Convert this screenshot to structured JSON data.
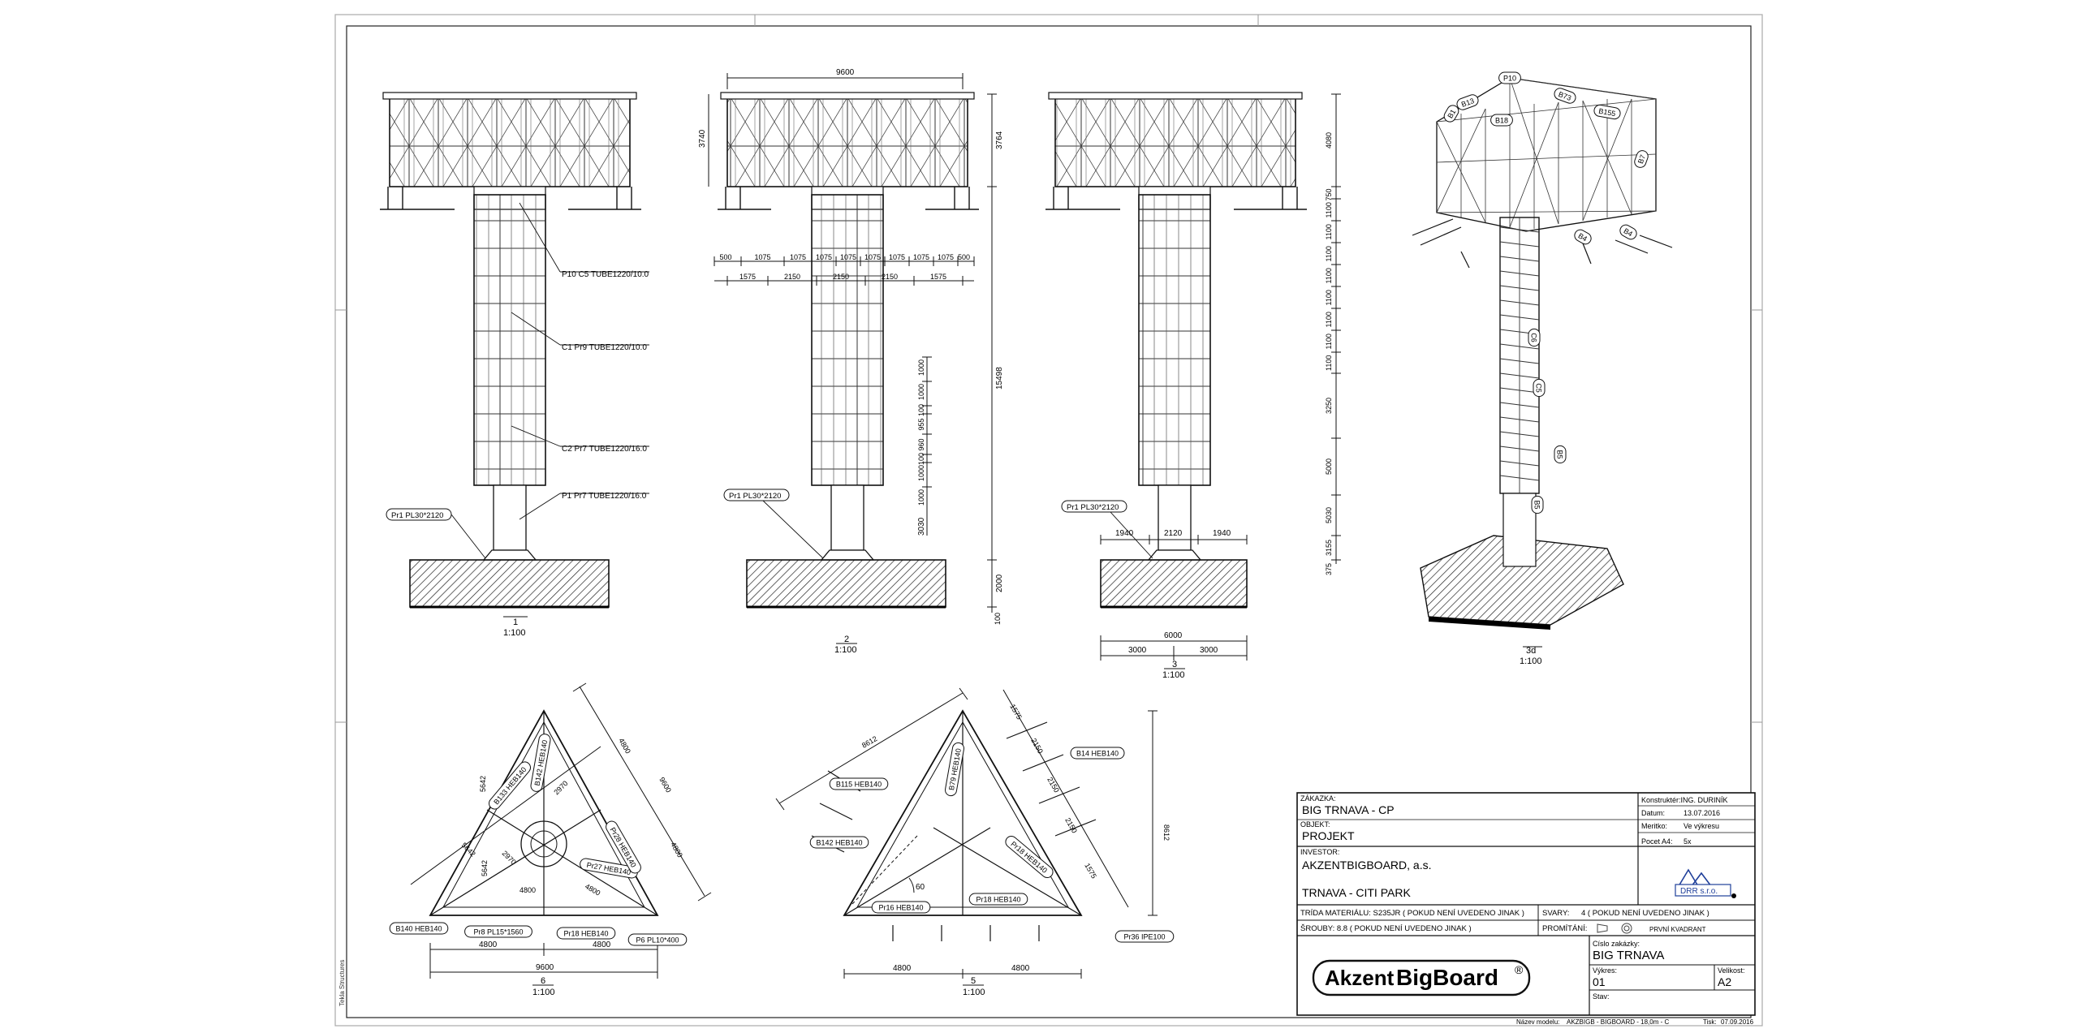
{
  "side_text": "Tekla Structures",
  "views": [
    {
      "id": "1",
      "scale": "1:100"
    },
    {
      "id": "2",
      "scale": "1:100"
    },
    {
      "id": "3",
      "scale": "1:100"
    },
    {
      "id": "3d",
      "scale": "1:100"
    },
    {
      "id": "6",
      "scale": "1:100"
    },
    {
      "id": "5",
      "scale": "1:100"
    }
  ],
  "view1": {
    "callouts": [
      "P10 C5 TUBE1220/10.0",
      "C1 Pr9 TUBE1220/10.0",
      "C2 Pr7 TUBE1220/16.0",
      "P1 Pr7 TUBE1220/16.0"
    ],
    "plate": "Pr1 PL30*2120"
  },
  "view2": {
    "plate": "Pr1 PL30*2120",
    "top_width": "9600",
    "h_top": "3740",
    "h_right_top": "3764",
    "h_total": "15498",
    "h_found": "2000",
    "h_bottom": "100",
    "row1": [
      "500",
      "1075",
      "1075",
      "1075",
      "1075",
      "1075",
      "1075",
      "1075",
      "1075",
      "500"
    ],
    "row2": [
      "1575",
      "2150",
      "2150",
      "2150",
      "1575"
    ],
    "vert": [
      "1000",
      "1000",
      "100",
      "955",
      "960",
      "100",
      "1000",
      "1000"
    ],
    "base": "3030"
  },
  "view3": {
    "plate": "Pr1 PL30*2120",
    "row": [
      "1940",
      "2120",
      "1940"
    ],
    "bottom_total": "6000",
    "bottom": [
      "3000",
      "3000"
    ],
    "vdims": [
      "4080",
      "750",
      "1100",
      "1100",
      "1100",
      "1100",
      "1100",
      "1100",
      "1100",
      "1100",
      "3250",
      "5000",
      "5030",
      "3155",
      "375"
    ]
  },
  "view3d": {
    "tags": [
      "P10",
      "B13",
      "B1",
      "B73",
      "B155",
      "B18",
      "B7",
      "B4",
      "B4",
      "C5",
      "C6",
      "B5",
      "B5"
    ]
  },
  "view6": {
    "labels": [
      "B140 HEB140",
      "Pr8 PL15*1560",
      "Pr18 HEB140",
      "P6 PL10*400",
      "Pr27 HEB140",
      "B142 HEB140",
      "B133 HEB140",
      "Pr28 HEB140"
    ],
    "dims": [
      "5642",
      "2970",
      "5642",
      "2970",
      "5642",
      "4800",
      "9600",
      "4800",
      "4800",
      "4800"
    ],
    "bottom": [
      "4800",
      "4800"
    ],
    "total": "9600"
  },
  "view5": {
    "labels": [
      "B115 HEB140",
      "B142 HEB140",
      "B79 HEB140",
      "B14 HEB140",
      "Pr16 HEB140",
      "Pr18 HEB140",
      "Pr18 HEB140",
      "Pr36 IPE100"
    ],
    "dims": [
      "8612",
      "1575",
      "2150",
      "2150",
      "2150",
      "1575",
      "8612"
    ],
    "angle": "60",
    "bottom": [
      "4800",
      "4800"
    ]
  },
  "title_block": {
    "zakazka_label": "ZÁKAZKA:",
    "zakazka": "BIG TRNAVA - CP",
    "objekt_label": "OBJEKT:",
    "objekt": "PROJEKT",
    "investor_label": "INVESTOR:",
    "investor": "AKZENTBIGBOARD, a.s.",
    "place": "TRNAVA - CITI PARK",
    "konstrukter": "Konstruktér:ING. DURINÍK",
    "datum_label": "Datum:",
    "datum": "13.07.2016",
    "meritko_label": "Meritko:",
    "meritko": "Ve výkresu",
    "pocet_label": "Pocet A4:",
    "pocet": "5x",
    "material": "TRÍDA MATERIÁLU: S235JR ( POKUD NENÍ UVEDENO JINAK )",
    "svary_label": "SVARY:",
    "svary": "4  ( POKUD NENÍ UVEDENO JINAK )",
    "srouby": "ŠROUBY: 8.8  ( POKUD NENÍ UVEDENO JINAK )",
    "promitani_label": "PROMÍTÁNÍ:",
    "promitani": "PRVNÍ KVADRANT",
    "logo_text": "DRR s.r.o.",
    "brand1": "Akzent",
    "brand2": "BigBoard",
    "reg": "®",
    "cislo_label": "Císlo zakázky:",
    "cislo": "BIG TRNAVA",
    "vykres_label": "Výkres:",
    "vykres": "01",
    "velikost_label": "Velikost:",
    "velikost": "A2",
    "stav_label": "Stav:",
    "footer_model_label": "Název modelu:",
    "footer_model": "AKZBIGB - BIGBOARD - 18,0m - C",
    "footer_tisk_label": "Tisk:",
    "footer_tisk": "07.09.2016"
  }
}
